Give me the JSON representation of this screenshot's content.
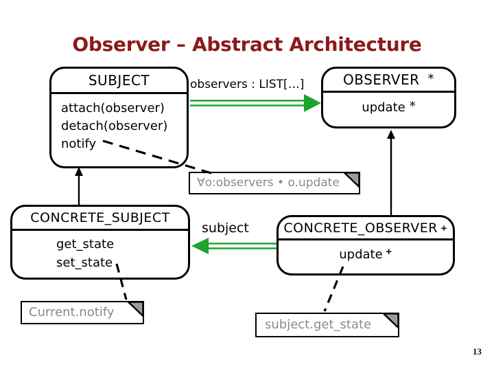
{
  "title": "Observer – Abstract Architecture",
  "page_number": "13",
  "classes": {
    "subject": {
      "name": "SUBJECT",
      "features": [
        "attach(observer)",
        "detach(observer)",
        "notify"
      ]
    },
    "observer": {
      "name": "OBSERVER",
      "marker": "*",
      "feature": "update",
      "feature_marker": "*"
    },
    "concrete_subject": {
      "name": "CONCRETE_SUBJECT",
      "features": [
        "get_state",
        "set_state"
      ]
    },
    "concrete_observer": {
      "name": "CONCRETE_OBSERVER",
      "marker": "+",
      "feature": "update",
      "feature_marker": "+"
    }
  },
  "labels": {
    "observers_association": "observers : LIST[…]",
    "subject_association": "subject"
  },
  "notes": {
    "notify_contract": "∀o:observers • o.update",
    "current_notify": "Current.notify",
    "subject_get_state": "subject.get_state"
  },
  "colors": {
    "title_text": "#8b1a1a",
    "association_green": "#1ea32c",
    "note_text": "#8a8a8a",
    "note_fold": "#9c9c9c",
    "line_black": "#000000",
    "background": "#ffffff"
  }
}
